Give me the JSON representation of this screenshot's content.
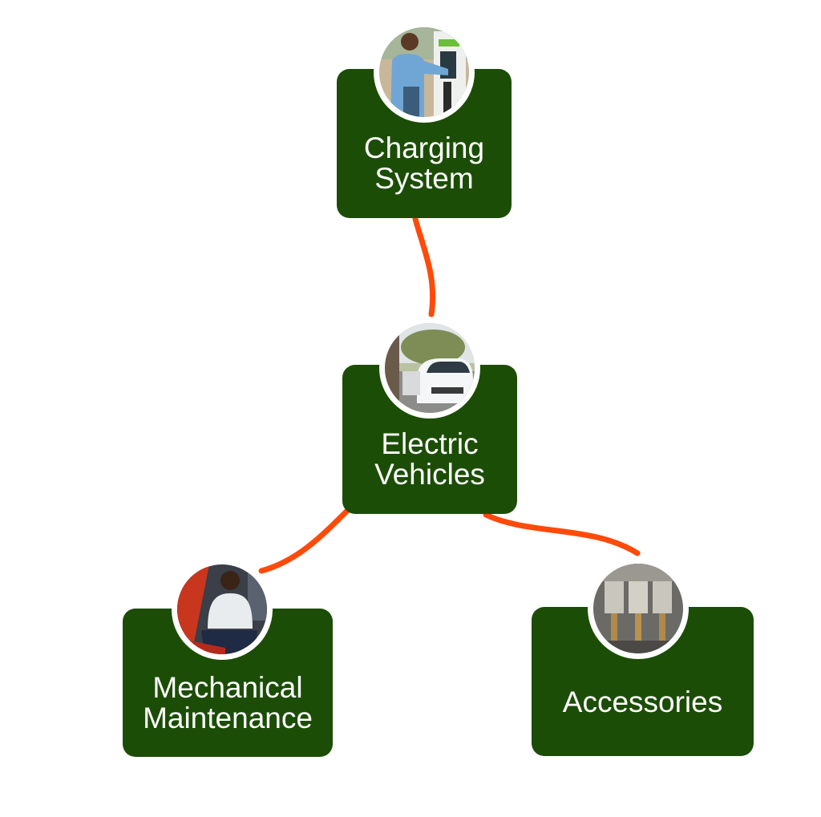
{
  "diagram": {
    "connector_color": "#ff4a0a",
    "box_color": "#1c4d06",
    "nodes": {
      "charging": {
        "line1": "Charging",
        "line2": "System",
        "image": "person-using-ev-charging-station"
      },
      "electric": {
        "line1": "Electric",
        "line2": "Vehicles",
        "image": "white-electric-car-on-street"
      },
      "mechanical": {
        "line1": "Mechanical",
        "line2": "Maintenance",
        "image": "mechanic-working-on-car"
      },
      "accessories": {
        "line1": "Accessories",
        "image": "engine-pistons-closeup"
      }
    }
  }
}
